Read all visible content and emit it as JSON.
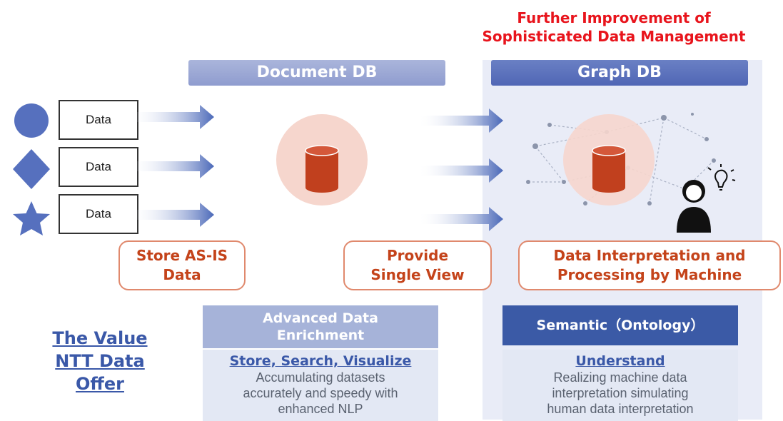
{
  "top_note": {
    "line1": "Further Improvement of",
    "line2": "Sophisticated Data Management"
  },
  "headers": {
    "document_db": "Document DB",
    "graph_db": "Graph DB"
  },
  "data_items": [
    "Data",
    "Data",
    "Data"
  ],
  "stage_labels": {
    "store": [
      "Store AS-IS",
      "Data"
    ],
    "provide": [
      "Provide",
      "Single View"
    ],
    "interpret": [
      "Data Interpretation and",
      "Processing by Machine"
    ]
  },
  "value_title": [
    "The Value",
    "NTT Data",
    "Offer"
  ],
  "enrichment": {
    "header": [
      "Advanced Data",
      "Enrichment"
    ],
    "headline": "Store, Search, Visualize",
    "body": [
      "Accumulating datasets",
      "accurately and speedy with",
      "enhanced NLP"
    ]
  },
  "semantic": {
    "header": "Semantic（Ontology）",
    "headline": "Understand",
    "body": [
      "Realizing machine data",
      "interpretation simulating",
      "human data interpretation"
    ]
  },
  "colors": {
    "accent_red": "#e8141c",
    "label_text": "#c4431a",
    "label_border": "#e0896d",
    "db_cylinder": "#c1401e",
    "db_halo": "#f6d6cd",
    "shape_blue": "#5670be",
    "title_blue": "#3a58a8",
    "graph_panel": "#e9ecf7"
  },
  "icons": {
    "shapes": [
      "circle-icon",
      "diamond-icon",
      "star-icon"
    ],
    "database": "database-cylinder-icon",
    "person": "person-with-lightbulb-icon"
  }
}
